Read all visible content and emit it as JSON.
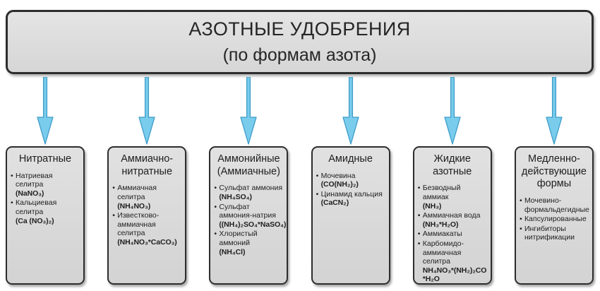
{
  "header": {
    "title": "АЗОТНЫЕ УДОБРЕНИЯ",
    "subtitle": "(по формам азота)"
  },
  "colors": {
    "box_fill": "#d9d9d9",
    "box_border": "#2d2d2d",
    "arrow_fill": "#79ccec",
    "arrow_stroke": "#3e9cc8"
  },
  "arrow_icon": "down-arrow",
  "categories": [
    {
      "title": "Нитратные",
      "items": [
        {
          "name": "Натриевая селитра",
          "formula": "(NaNO₃)"
        },
        {
          "name": "Кальциевая селитра",
          "formula": "(Ca (NO₃)₂)"
        }
      ]
    },
    {
      "title": "Аммиачно-нитратные",
      "items": [
        {
          "name": "Аммиачная селитра",
          "formula": "(NH₄NO₃)"
        },
        {
          "name": "Известково-аммиачная селитра",
          "formula": "(NH₄NO₃*CaCO₃)"
        }
      ]
    },
    {
      "title": "Аммонийные (Аммиачные)",
      "items": [
        {
          "name": "Сульфат аммония",
          "formula": "(NH₄SO₄)"
        },
        {
          "name": "Сульфат аммония-натрия",
          "formula": "((NH₄)₂SO₄*NaSO₄)"
        },
        {
          "name": "Хлористый аммоний",
          "formula": "(NH₄Cl)"
        }
      ]
    },
    {
      "title": "Амидные",
      "items": [
        {
          "name": "Мочевина",
          "formula": "(CO(NH₂)₂)"
        },
        {
          "name": "Цинамид кальция",
          "formula": "(CaCN₂)"
        }
      ]
    },
    {
      "title": "Жидкие азотные",
      "items": [
        {
          "name": "Безводный аммиак",
          "formula": "(NH₃)"
        },
        {
          "name": "Аммиачная вода",
          "formula": "(NH₃*H₂O)"
        },
        {
          "name": "Аммиакаты",
          "formula": ""
        },
        {
          "name": "Карбомидо-аммиачная селитра",
          "formula": "NH₄NO₃*(NH₂)₂CO *H₂O"
        }
      ]
    },
    {
      "title": "Медленно-действующие формы",
      "items": [
        {
          "name": "Мочевино-формальдегидные",
          "formula": ""
        },
        {
          "name": "Капсулированные",
          "formula": ""
        },
        {
          "name": "Ингибиторы нитрификации",
          "formula": ""
        }
      ]
    }
  ]
}
